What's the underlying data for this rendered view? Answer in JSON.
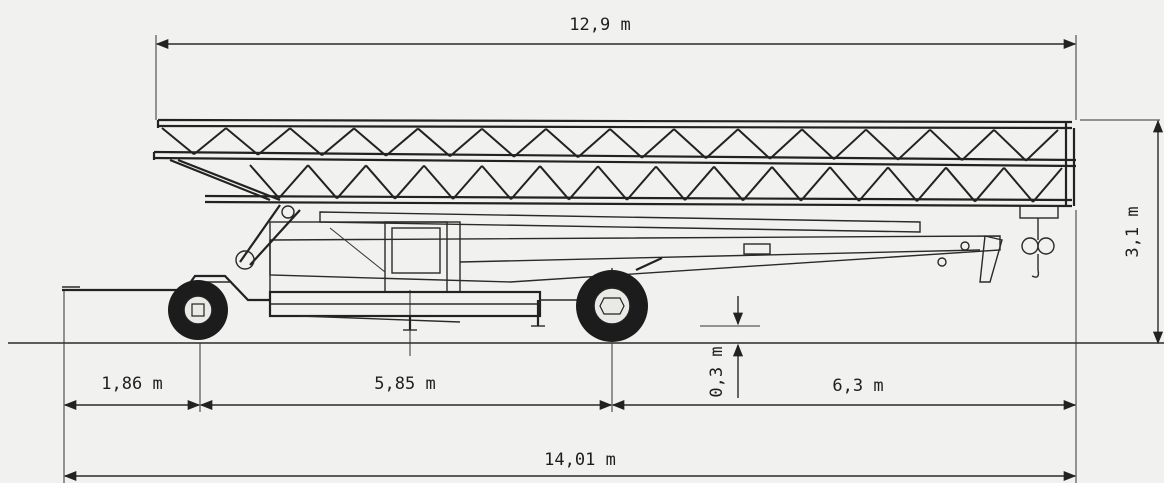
{
  "header_fragment": "",
  "dimensions": {
    "boom_length": "12,9  m",
    "height": "3,1  m",
    "rear_overhang": "1,86  m",
    "wheelbase": "5,85  m",
    "ground_clearance": "0,3  m",
    "front_overhang": "6,3  m",
    "total_length": "14,01  m"
  },
  "colors": {
    "background": "#f1f1ef",
    "ink": "#222222"
  }
}
